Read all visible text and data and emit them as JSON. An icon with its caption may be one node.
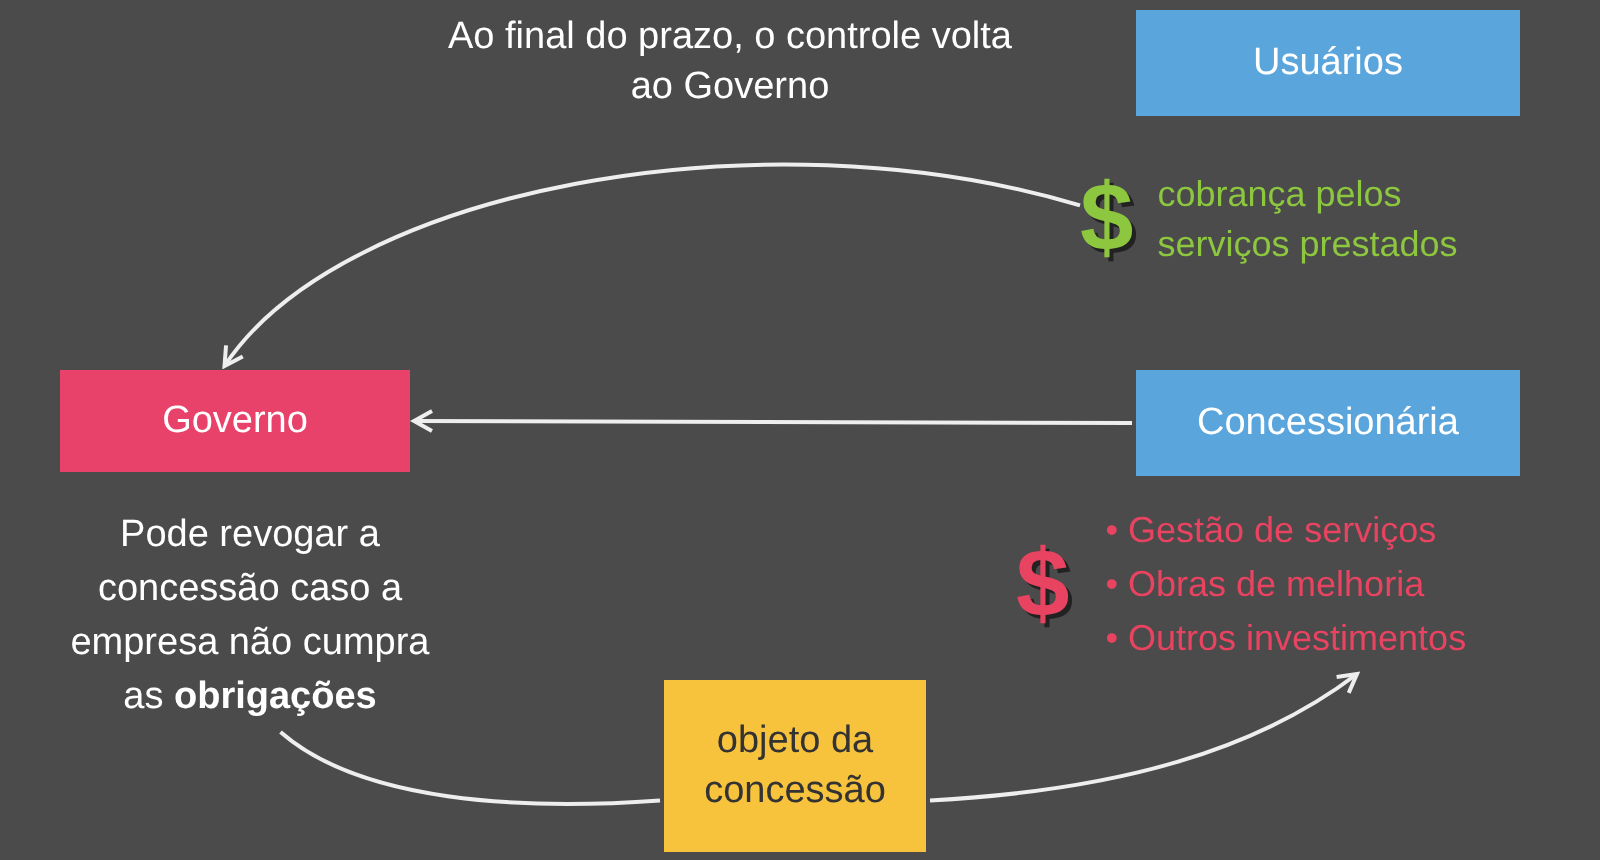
{
  "diagram": {
    "nodes": [
      {
        "text": [
          "Usuários"
        ]
      },
      {
        "text": [
          "Governo"
        ],
        "beside": [
          "Pode revogar a concessão caso a empresa não cumpra as **obrigações**"
        ]
      },
      {
        "text": [
          "Concessionária"
        ]
      },
      {
        "text": [
          "objeto da concessão"
        ]
      },
      {
        "text": [
          "$",
          "cobrança pelos serviços prestados"
        ]
      },
      {
        "text": [
          "$",
          "• Gestão de serviços",
          "• Obras de melhoria",
          "• Outros investimentos"
        ]
      }
    ],
    "edges": [
      {
        "from": 4,
        "to": 1,
        "arrow": "to"
      },
      {
        "from": 2,
        "to": 1,
        "arrow": "to"
      },
      {
        "from": 1,
        "to": 3,
        "arrow": "none"
      },
      {
        "from": 3,
        "to": 5,
        "arrow": "to"
      }
    ],
    "labels": [
      "Ao final do prazo, o controle volta ao Governo"
    ]
  }
}
